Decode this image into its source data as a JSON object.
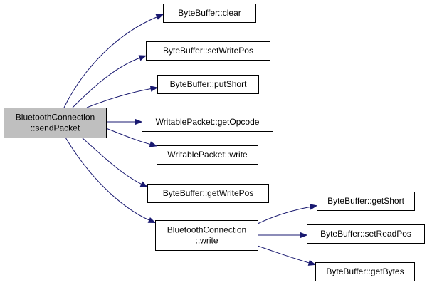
{
  "diagram": {
    "type": "call-graph",
    "colors": {
      "edge": "#191970",
      "root_fill": "#bfbfbf",
      "node_fill": "#ffffff",
      "node_border": "#000000"
    },
    "nodes": [
      {
        "id": "root",
        "lines": [
          "BluetoothConnection",
          "::sendPacket"
        ],
        "root": true
      },
      {
        "id": "bb-clear",
        "lines": [
          "ByteBuffer::clear"
        ]
      },
      {
        "id": "bb-setwritepos",
        "lines": [
          "ByteBuffer::setWritePos"
        ]
      },
      {
        "id": "bb-putshort",
        "lines": [
          "ByteBuffer::putShort"
        ]
      },
      {
        "id": "wp-getopcode",
        "lines": [
          "WritablePacket::getOpcode"
        ]
      },
      {
        "id": "wp-write",
        "lines": [
          "WritablePacket::write"
        ]
      },
      {
        "id": "bb-getwritepos",
        "lines": [
          "ByteBuffer::getWritePos"
        ]
      },
      {
        "id": "bc-write",
        "lines": [
          "BluetoothConnection",
          "::write"
        ]
      },
      {
        "id": "bb-getshort",
        "lines": [
          "ByteBuffer::getShort"
        ]
      },
      {
        "id": "bb-setreadpos",
        "lines": [
          "ByteBuffer::setReadPos"
        ]
      },
      {
        "id": "bb-getbytes",
        "lines": [
          "ByteBuffer::getBytes"
        ]
      }
    ],
    "edges": [
      {
        "from": "root",
        "to": "bb-clear"
      },
      {
        "from": "root",
        "to": "bb-setwritepos"
      },
      {
        "from": "root",
        "to": "bb-putshort"
      },
      {
        "from": "root",
        "to": "wp-getopcode"
      },
      {
        "from": "root",
        "to": "wp-write"
      },
      {
        "from": "root",
        "to": "bb-getwritepos"
      },
      {
        "from": "root",
        "to": "bc-write"
      },
      {
        "from": "bc-write",
        "to": "bb-getshort"
      },
      {
        "from": "bc-write",
        "to": "bb-setreadpos"
      },
      {
        "from": "bc-write",
        "to": "bb-getbytes"
      }
    ]
  }
}
